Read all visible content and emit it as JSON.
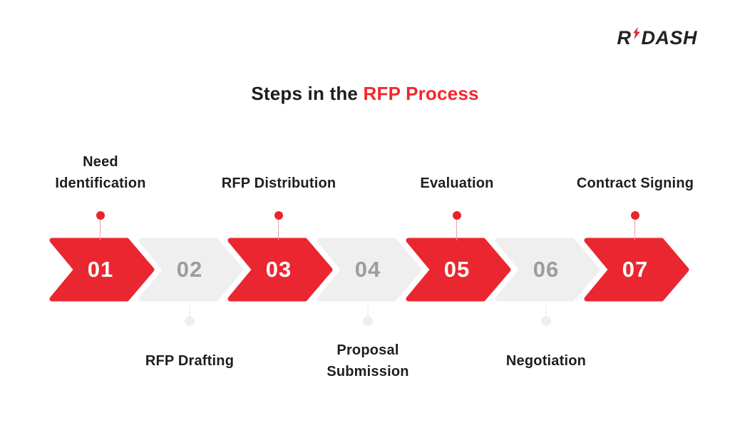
{
  "logo": {
    "part1": "R",
    "part2": "DASH",
    "bolt_icon": "lightning-bolt-icon",
    "text_color": "#232327",
    "bolt_color": "#e8242c"
  },
  "title": {
    "black_part": "Steps in the ",
    "red_part": "RFP Process",
    "red_color": "#f5262e"
  },
  "steps": [
    {
      "number": "01",
      "label": "Need Identification",
      "lines": [
        "Need",
        "Identification"
      ],
      "label_position": "top",
      "highlighted": true
    },
    {
      "number": "02",
      "label": "RFP Drafting",
      "lines": [
        "RFP Drafting"
      ],
      "label_position": "bottom",
      "highlighted": false
    },
    {
      "number": "03",
      "label": "RFP Distribution",
      "lines": [
        "RFP Distribution"
      ],
      "label_position": "top",
      "highlighted": true
    },
    {
      "number": "04",
      "label": "Proposal Submission",
      "lines": [
        "Proposal",
        "Submission"
      ],
      "label_position": "bottom",
      "highlighted": false
    },
    {
      "number": "05",
      "label": "Evaluation",
      "lines": [
        "Evaluation"
      ],
      "label_position": "top",
      "highlighted": true
    },
    {
      "number": "06",
      "label": "Negotiation",
      "lines": [
        "Negotiation"
      ],
      "label_position": "bottom",
      "highlighted": false
    },
    {
      "number": "07",
      "label": "Contract Signing",
      "lines": [
        "Contract Signing"
      ],
      "label_position": "top",
      "highlighted": true
    }
  ],
  "colors": {
    "background": "#ffffff",
    "chevron_red": "#ea2730",
    "chevron_gray": "#efefef",
    "number_on_red": "#ffffff",
    "number_on_gray": "#9c9c9c",
    "label_text": "#1e1e20",
    "top_dot": "#e8242c",
    "top_stem": "#f2a0a3",
    "bottom_dot": "#efefef",
    "bottom_stem": "#e9e9e9"
  }
}
